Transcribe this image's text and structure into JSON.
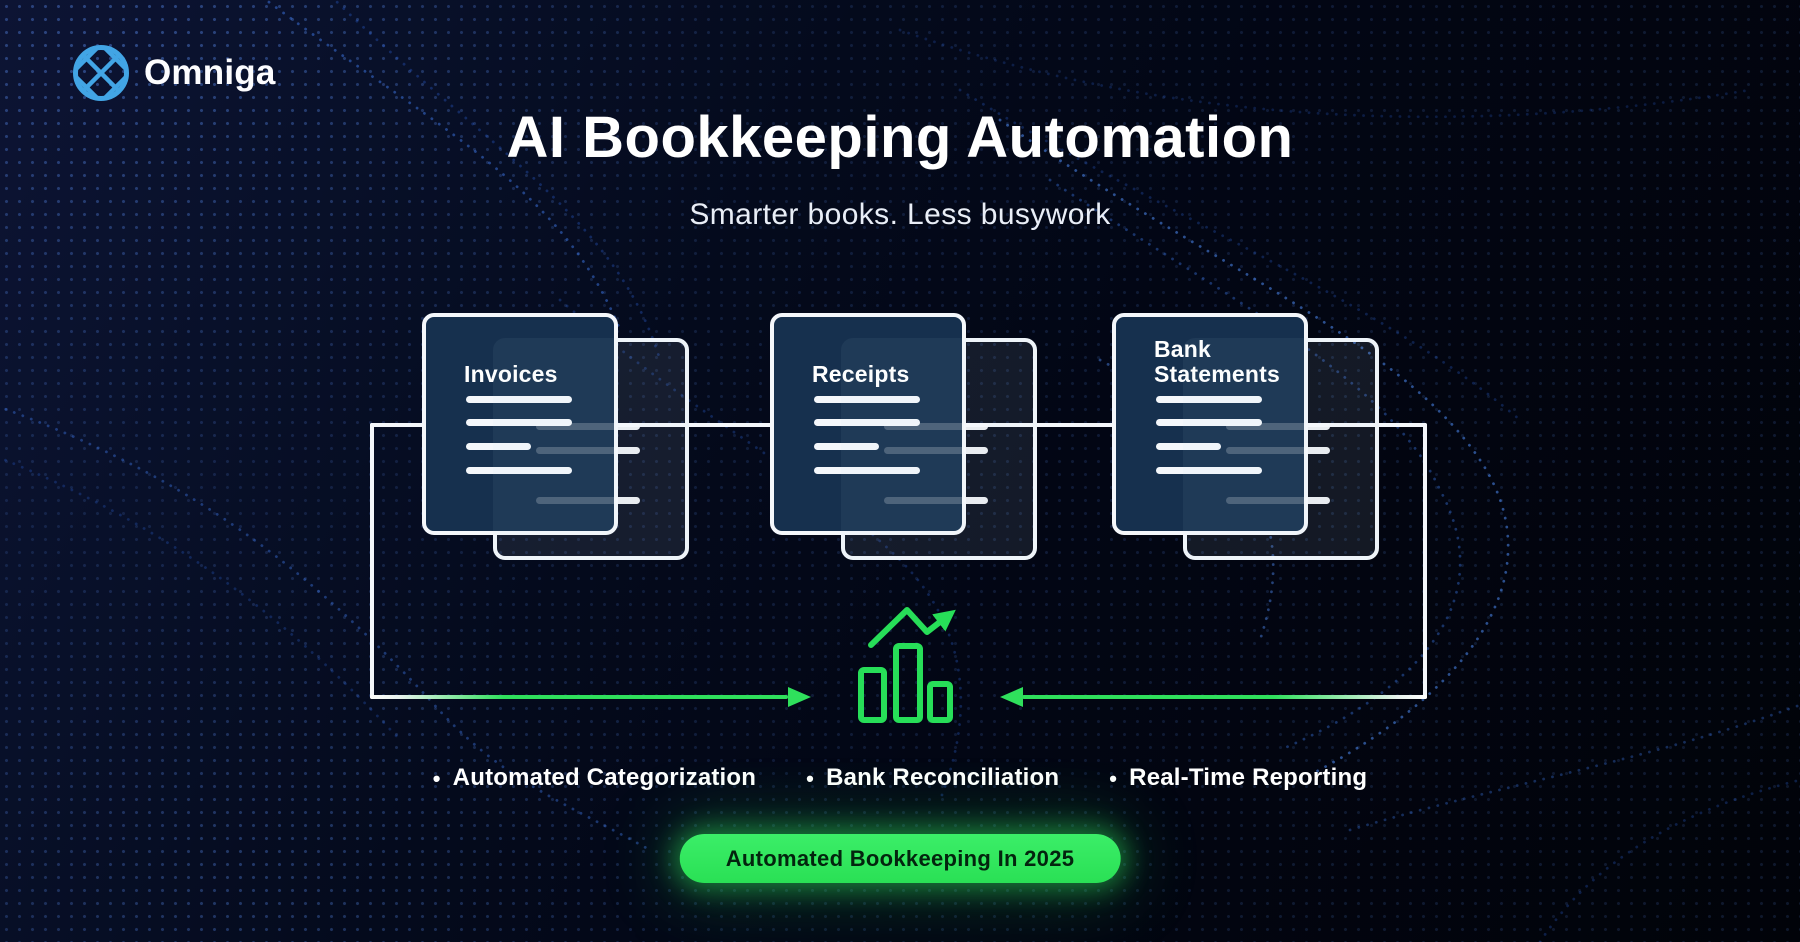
{
  "brand": {
    "name": "Omniga"
  },
  "header": {
    "title": "AI Bookkeeping Automation",
    "subtitle": "Smarter books. Less busywork"
  },
  "documents": [
    {
      "label": "Invoices"
    },
    {
      "label": "Receipts"
    },
    {
      "label": "Bank Statements"
    }
  ],
  "features": {
    "bullet": "•",
    "items": [
      "Automated Categorization",
      "Bank Reconciliation",
      "Real-Time Reporting"
    ]
  },
  "cta": {
    "label": "Automated Bookkeeping In 2025"
  },
  "icons": {
    "logo": "globe-lattice-icon",
    "chart": "bar-chart-trend-icon"
  },
  "colors": {
    "background": "#03050f",
    "accent_green": "#2fe05c",
    "card_navy": "#16304e",
    "logo_blue": "#42a5e5",
    "line_white": "#f4f7fb",
    "cta_text": "#03240e"
  }
}
